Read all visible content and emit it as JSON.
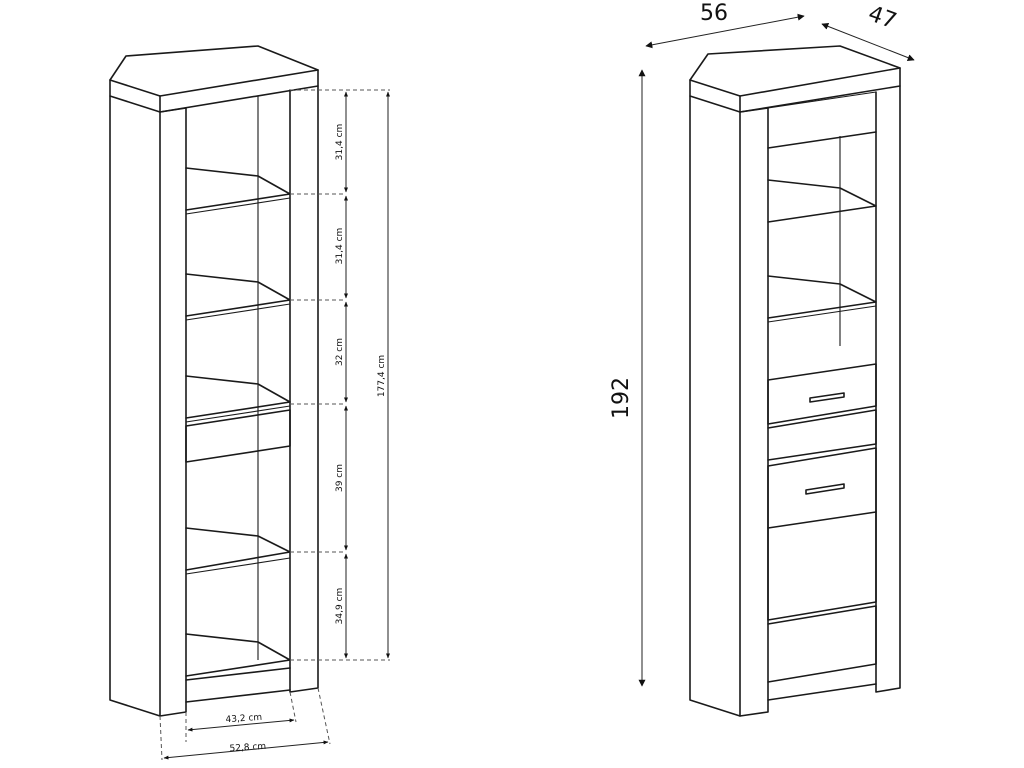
{
  "left_view": {
    "shelf_heights": [
      "31,4 cm",
      "31,4 cm",
      "32 cm",
      "39 cm",
      "34,9 cm"
    ],
    "total_inner_height": "177,4 cm",
    "inner_width": "43,2 cm",
    "outer_width": "52,8 cm"
  },
  "right_view": {
    "width": "56",
    "depth": "47",
    "height": "192"
  }
}
